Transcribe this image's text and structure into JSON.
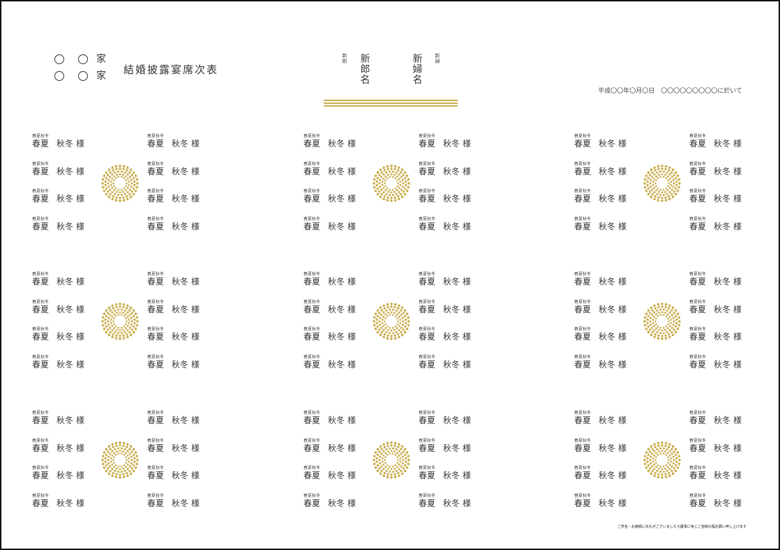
{
  "header": {
    "families": [
      {
        "marks": [
          "○",
          "○"
        ],
        "suffix": "家"
      },
      {
        "marks": [
          "○",
          "○"
        ],
        "suffix": "家"
      }
    ],
    "title": "結婚披露宴席次表",
    "groom": {
      "role_small": "新郎",
      "name_chars": [
        "新",
        "郎",
        "名"
      ]
    },
    "bride": {
      "role_small": "新婦",
      "name_chars": [
        "新",
        "婦",
        "名"
      ]
    },
    "venue_line": "平成〇〇年〇月〇日　〇〇〇〇〇〇〇〇〇に於いて"
  },
  "tables": [
    {
      "seats": [
        {
          "furigana": "春夏秋冬",
          "family": "春夏",
          "given": "秋冬",
          "honorific": "様"
        },
        {
          "furigana": "春夏秋冬",
          "family": "春夏",
          "given": "秋冬",
          "honorific": "様"
        },
        {
          "furigana": "春夏秋冬",
          "family": "春夏",
          "given": "秋冬",
          "honorific": "様"
        },
        {
          "furigana": "春夏秋冬",
          "family": "春夏",
          "given": "秋冬",
          "honorific": "様"
        },
        {
          "furigana": "春夏秋冬",
          "family": "春夏",
          "given": "秋冬",
          "honorific": "様"
        },
        {
          "furigana": "春夏秋冬",
          "family": "春夏",
          "given": "秋冬",
          "honorific": "様"
        },
        {
          "furigana": "春夏秋冬",
          "family": "春夏",
          "given": "秋冬",
          "honorific": "様"
        },
        {
          "furigana": "春夏秋冬",
          "family": "春夏",
          "given": "秋冬",
          "honorific": "様"
        }
      ]
    },
    {
      "seats": [
        {
          "furigana": "春夏秋冬",
          "family": "春夏",
          "given": "秋冬",
          "honorific": "様"
        },
        {
          "furigana": "春夏秋冬",
          "family": "春夏",
          "given": "秋冬",
          "honorific": "様"
        },
        {
          "furigana": "春夏秋冬",
          "family": "春夏",
          "given": "秋冬",
          "honorific": "様"
        },
        {
          "furigana": "春夏秋冬",
          "family": "春夏",
          "given": "秋冬",
          "honorific": "様"
        },
        {
          "furigana": "春夏秋冬",
          "family": "春夏",
          "given": "秋冬",
          "honorific": "様"
        },
        {
          "furigana": "春夏秋冬",
          "family": "春夏",
          "given": "秋冬",
          "honorific": "様"
        },
        {
          "furigana": "春夏秋冬",
          "family": "春夏",
          "given": "秋冬",
          "honorific": "様"
        },
        {
          "furigana": "春夏秋冬",
          "family": "春夏",
          "given": "秋冬",
          "honorific": "様"
        }
      ]
    },
    {
      "seats": [
        {
          "furigana": "春夏秋冬",
          "family": "春夏",
          "given": "秋冬",
          "honorific": "様"
        },
        {
          "furigana": "春夏秋冬",
          "family": "春夏",
          "given": "秋冬",
          "honorific": "様"
        },
        {
          "furigana": "春夏秋冬",
          "family": "春夏",
          "given": "秋冬",
          "honorific": "様"
        },
        {
          "furigana": "春夏秋冬",
          "family": "春夏",
          "given": "秋冬",
          "honorific": "様"
        },
        {
          "furigana": "春夏秋冬",
          "family": "春夏",
          "given": "秋冬",
          "honorific": "様"
        },
        {
          "furigana": "春夏秋冬",
          "family": "春夏",
          "given": "秋冬",
          "honorific": "様"
        },
        {
          "furigana": "春夏秋冬",
          "family": "春夏",
          "given": "秋冬",
          "honorific": "様"
        },
        {
          "furigana": "春夏秋冬",
          "family": "春夏",
          "given": "秋冬",
          "honorific": "様"
        }
      ]
    },
    {
      "seats": [
        {
          "furigana": "春夏秋冬",
          "family": "春夏",
          "given": "秋冬",
          "honorific": "様"
        },
        {
          "furigana": "春夏秋冬",
          "family": "春夏",
          "given": "秋冬",
          "honorific": "様"
        },
        {
          "furigana": "春夏秋冬",
          "family": "春夏",
          "given": "秋冬",
          "honorific": "様"
        },
        {
          "furigana": "春夏秋冬",
          "family": "春夏",
          "given": "秋冬",
          "honorific": "様"
        },
        {
          "furigana": "春夏秋冬",
          "family": "春夏",
          "given": "秋冬",
          "honorific": "様"
        },
        {
          "furigana": "春夏秋冬",
          "family": "春夏",
          "given": "秋冬",
          "honorific": "様"
        },
        {
          "furigana": "春夏秋冬",
          "family": "春夏",
          "given": "秋冬",
          "honorific": "様"
        },
        {
          "furigana": "春夏秋冬",
          "family": "春夏",
          "given": "秋冬",
          "honorific": "様"
        }
      ]
    },
    {
      "seats": [
        {
          "furigana": "春夏秋冬",
          "family": "春夏",
          "given": "秋冬",
          "honorific": "様"
        },
        {
          "furigana": "春夏秋冬",
          "family": "春夏",
          "given": "秋冬",
          "honorific": "様"
        },
        {
          "furigana": "春夏秋冬",
          "family": "春夏",
          "given": "秋冬",
          "honorific": "様"
        },
        {
          "furigana": "春夏秋冬",
          "family": "春夏",
          "given": "秋冬",
          "honorific": "様"
        },
        {
          "furigana": "春夏秋冬",
          "family": "春夏",
          "given": "秋冬",
          "honorific": "様"
        },
        {
          "furigana": "春夏秋冬",
          "family": "春夏",
          "given": "秋冬",
          "honorific": "様"
        },
        {
          "furigana": "春夏秋冬",
          "family": "春夏",
          "given": "秋冬",
          "honorific": "様"
        },
        {
          "furigana": "春夏秋冬",
          "family": "春夏",
          "given": "秋冬",
          "honorific": "様"
        }
      ]
    },
    {
      "seats": [
        {
          "furigana": "春夏秋冬",
          "family": "春夏",
          "given": "秋冬",
          "honorific": "様"
        },
        {
          "furigana": "春夏秋冬",
          "family": "春夏",
          "given": "秋冬",
          "honorific": "様"
        },
        {
          "furigana": "春夏秋冬",
          "family": "春夏",
          "given": "秋冬",
          "honorific": "様"
        },
        {
          "furigana": "春夏秋冬",
          "family": "春夏",
          "given": "秋冬",
          "honorific": "様"
        },
        {
          "furigana": "春夏秋冬",
          "family": "春夏",
          "given": "秋冬",
          "honorific": "様"
        },
        {
          "furigana": "春夏秋冬",
          "family": "春夏",
          "given": "秋冬",
          "honorific": "様"
        },
        {
          "furigana": "春夏秋冬",
          "family": "春夏",
          "given": "秋冬",
          "honorific": "様"
        },
        {
          "furigana": "春夏秋冬",
          "family": "春夏",
          "given": "秋冬",
          "honorific": "様"
        }
      ]
    },
    {
      "seats": [
        {
          "furigana": "春夏秋冬",
          "family": "春夏",
          "given": "秋冬",
          "honorific": "様"
        },
        {
          "furigana": "春夏秋冬",
          "family": "春夏",
          "given": "秋冬",
          "honorific": "様"
        },
        {
          "furigana": "春夏秋冬",
          "family": "春夏",
          "given": "秋冬",
          "honorific": "様"
        },
        {
          "furigana": "春夏秋冬",
          "family": "春夏",
          "given": "秋冬",
          "honorific": "様"
        },
        {
          "furigana": "春夏秋冬",
          "family": "春夏",
          "given": "秋冬",
          "honorific": "様"
        },
        {
          "furigana": "春夏秋冬",
          "family": "春夏",
          "given": "秋冬",
          "honorific": "様"
        },
        {
          "furigana": "春夏秋冬",
          "family": "春夏",
          "given": "秋冬",
          "honorific": "様"
        },
        {
          "furigana": "春夏秋冬",
          "family": "春夏",
          "given": "秋冬",
          "honorific": "様"
        }
      ]
    },
    {
      "seats": [
        {
          "furigana": "春夏秋冬",
          "family": "春夏",
          "given": "秋冬",
          "honorific": "様"
        },
        {
          "furigana": "春夏秋冬",
          "family": "春夏",
          "given": "秋冬",
          "honorific": "様"
        },
        {
          "furigana": "春夏秋冬",
          "family": "春夏",
          "given": "秋冬",
          "honorific": "様"
        },
        {
          "furigana": "春夏秋冬",
          "family": "春夏",
          "given": "秋冬",
          "honorific": "様"
        },
        {
          "furigana": "春夏秋冬",
          "family": "春夏",
          "given": "秋冬",
          "honorific": "様"
        },
        {
          "furigana": "春夏秋冬",
          "family": "春夏",
          "given": "秋冬",
          "honorific": "様"
        },
        {
          "furigana": "春夏秋冬",
          "family": "春夏",
          "given": "秋冬",
          "honorific": "様"
        },
        {
          "furigana": "春夏秋冬",
          "family": "春夏",
          "given": "秋冬",
          "honorific": "様"
        }
      ]
    },
    {
      "seats": [
        {
          "furigana": "春夏秋冬",
          "family": "春夏",
          "given": "秋冬",
          "honorific": "様"
        },
        {
          "furigana": "春夏秋冬",
          "family": "春夏",
          "given": "秋冬",
          "honorific": "様"
        },
        {
          "furigana": "春夏秋冬",
          "family": "春夏",
          "given": "秋冬",
          "honorific": "様"
        },
        {
          "furigana": "春夏秋冬",
          "family": "春夏",
          "given": "秋冬",
          "honorific": "様"
        },
        {
          "furigana": "春夏秋冬",
          "family": "春夏",
          "given": "秋冬",
          "honorific": "様"
        },
        {
          "furigana": "春夏秋冬",
          "family": "春夏",
          "given": "秋冬",
          "honorific": "様"
        },
        {
          "furigana": "春夏秋冬",
          "family": "春夏",
          "given": "秋冬",
          "honorific": "様"
        },
        {
          "furigana": "春夏秋冬",
          "family": "春夏",
          "given": "秋冬",
          "honorific": "様"
        }
      ]
    }
  ],
  "table_emblem_icon": "chrysanthemum-icon",
  "footer_note": "ご芳名・お席順に失礼がございましたら慶事に免じご容赦の程お願い申し上げます",
  "colors": {
    "gold": "#c9ad4c",
    "text": "#333333",
    "border": "#111111"
  }
}
